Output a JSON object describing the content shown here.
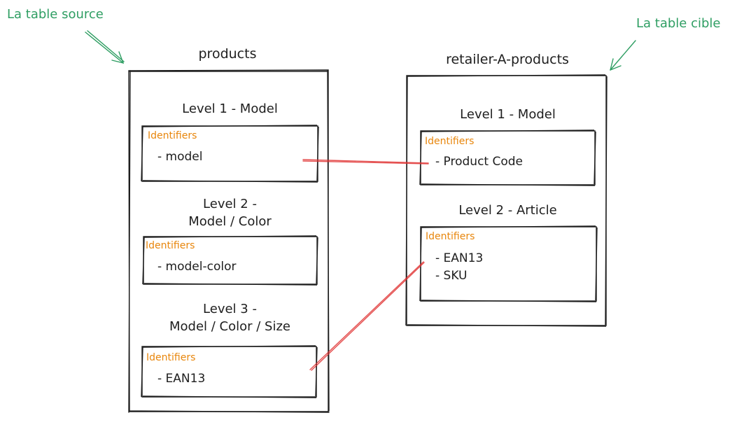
{
  "annotations": {
    "source_label": "La table source",
    "target_label": "La table cible"
  },
  "source_table": {
    "title": "products",
    "levels": [
      {
        "title_lines": [
          "Level 1 - Model"
        ],
        "identifiers_label": "Identifiers",
        "identifiers": [
          "- model"
        ]
      },
      {
        "title_lines": [
          "Level 2 -",
          "Model / Color"
        ],
        "identifiers_label": "Identifiers",
        "identifiers": [
          "- model-color"
        ]
      },
      {
        "title_lines": [
          "Level 3 -",
          "Model / Color / Size"
        ],
        "identifiers_label": "Identifiers",
        "identifiers": [
          "- EAN13"
        ]
      }
    ]
  },
  "target_table": {
    "title": "retailer-A-products",
    "levels": [
      {
        "title_lines": [
          "Level 1 - Model"
        ],
        "identifiers_label": "Identifiers",
        "identifiers": [
          "- Product Code"
        ]
      },
      {
        "title_lines": [
          "Level 2 - Article"
        ],
        "identifiers_label": "Identifiers",
        "identifiers": [
          "- EAN13",
          "- SKU"
        ]
      }
    ]
  },
  "colors": {
    "annotation": "#2f9e63",
    "identifiers_label": "#e8860c",
    "connector": "#e03131",
    "stroke": "#1e1e1e"
  }
}
